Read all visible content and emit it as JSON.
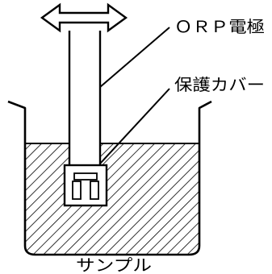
{
  "labels": {
    "electrode": "ＯＲＰ電極",
    "cover": "保護カバー",
    "sample": "サンプル"
  },
  "colors": {
    "ink": "#000000",
    "background": "#ffffff"
  }
}
